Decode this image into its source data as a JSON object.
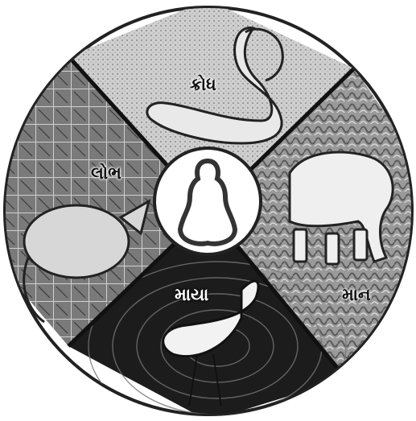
{
  "segments": {
    "krodh": {
      "label": "ક્રોધ",
      "figure": "cobra"
    },
    "lobh": {
      "label": "લોભ",
      "figure": "rat"
    },
    "maya": {
      "label": "માયા",
      "figure": "crane"
    },
    "maan": {
      "label": "માન",
      "figure": "elephant"
    }
  },
  "center": {
    "figure": "meditating-figure"
  },
  "colors": {
    "ring": "#222222",
    "background": "#ffffff"
  }
}
